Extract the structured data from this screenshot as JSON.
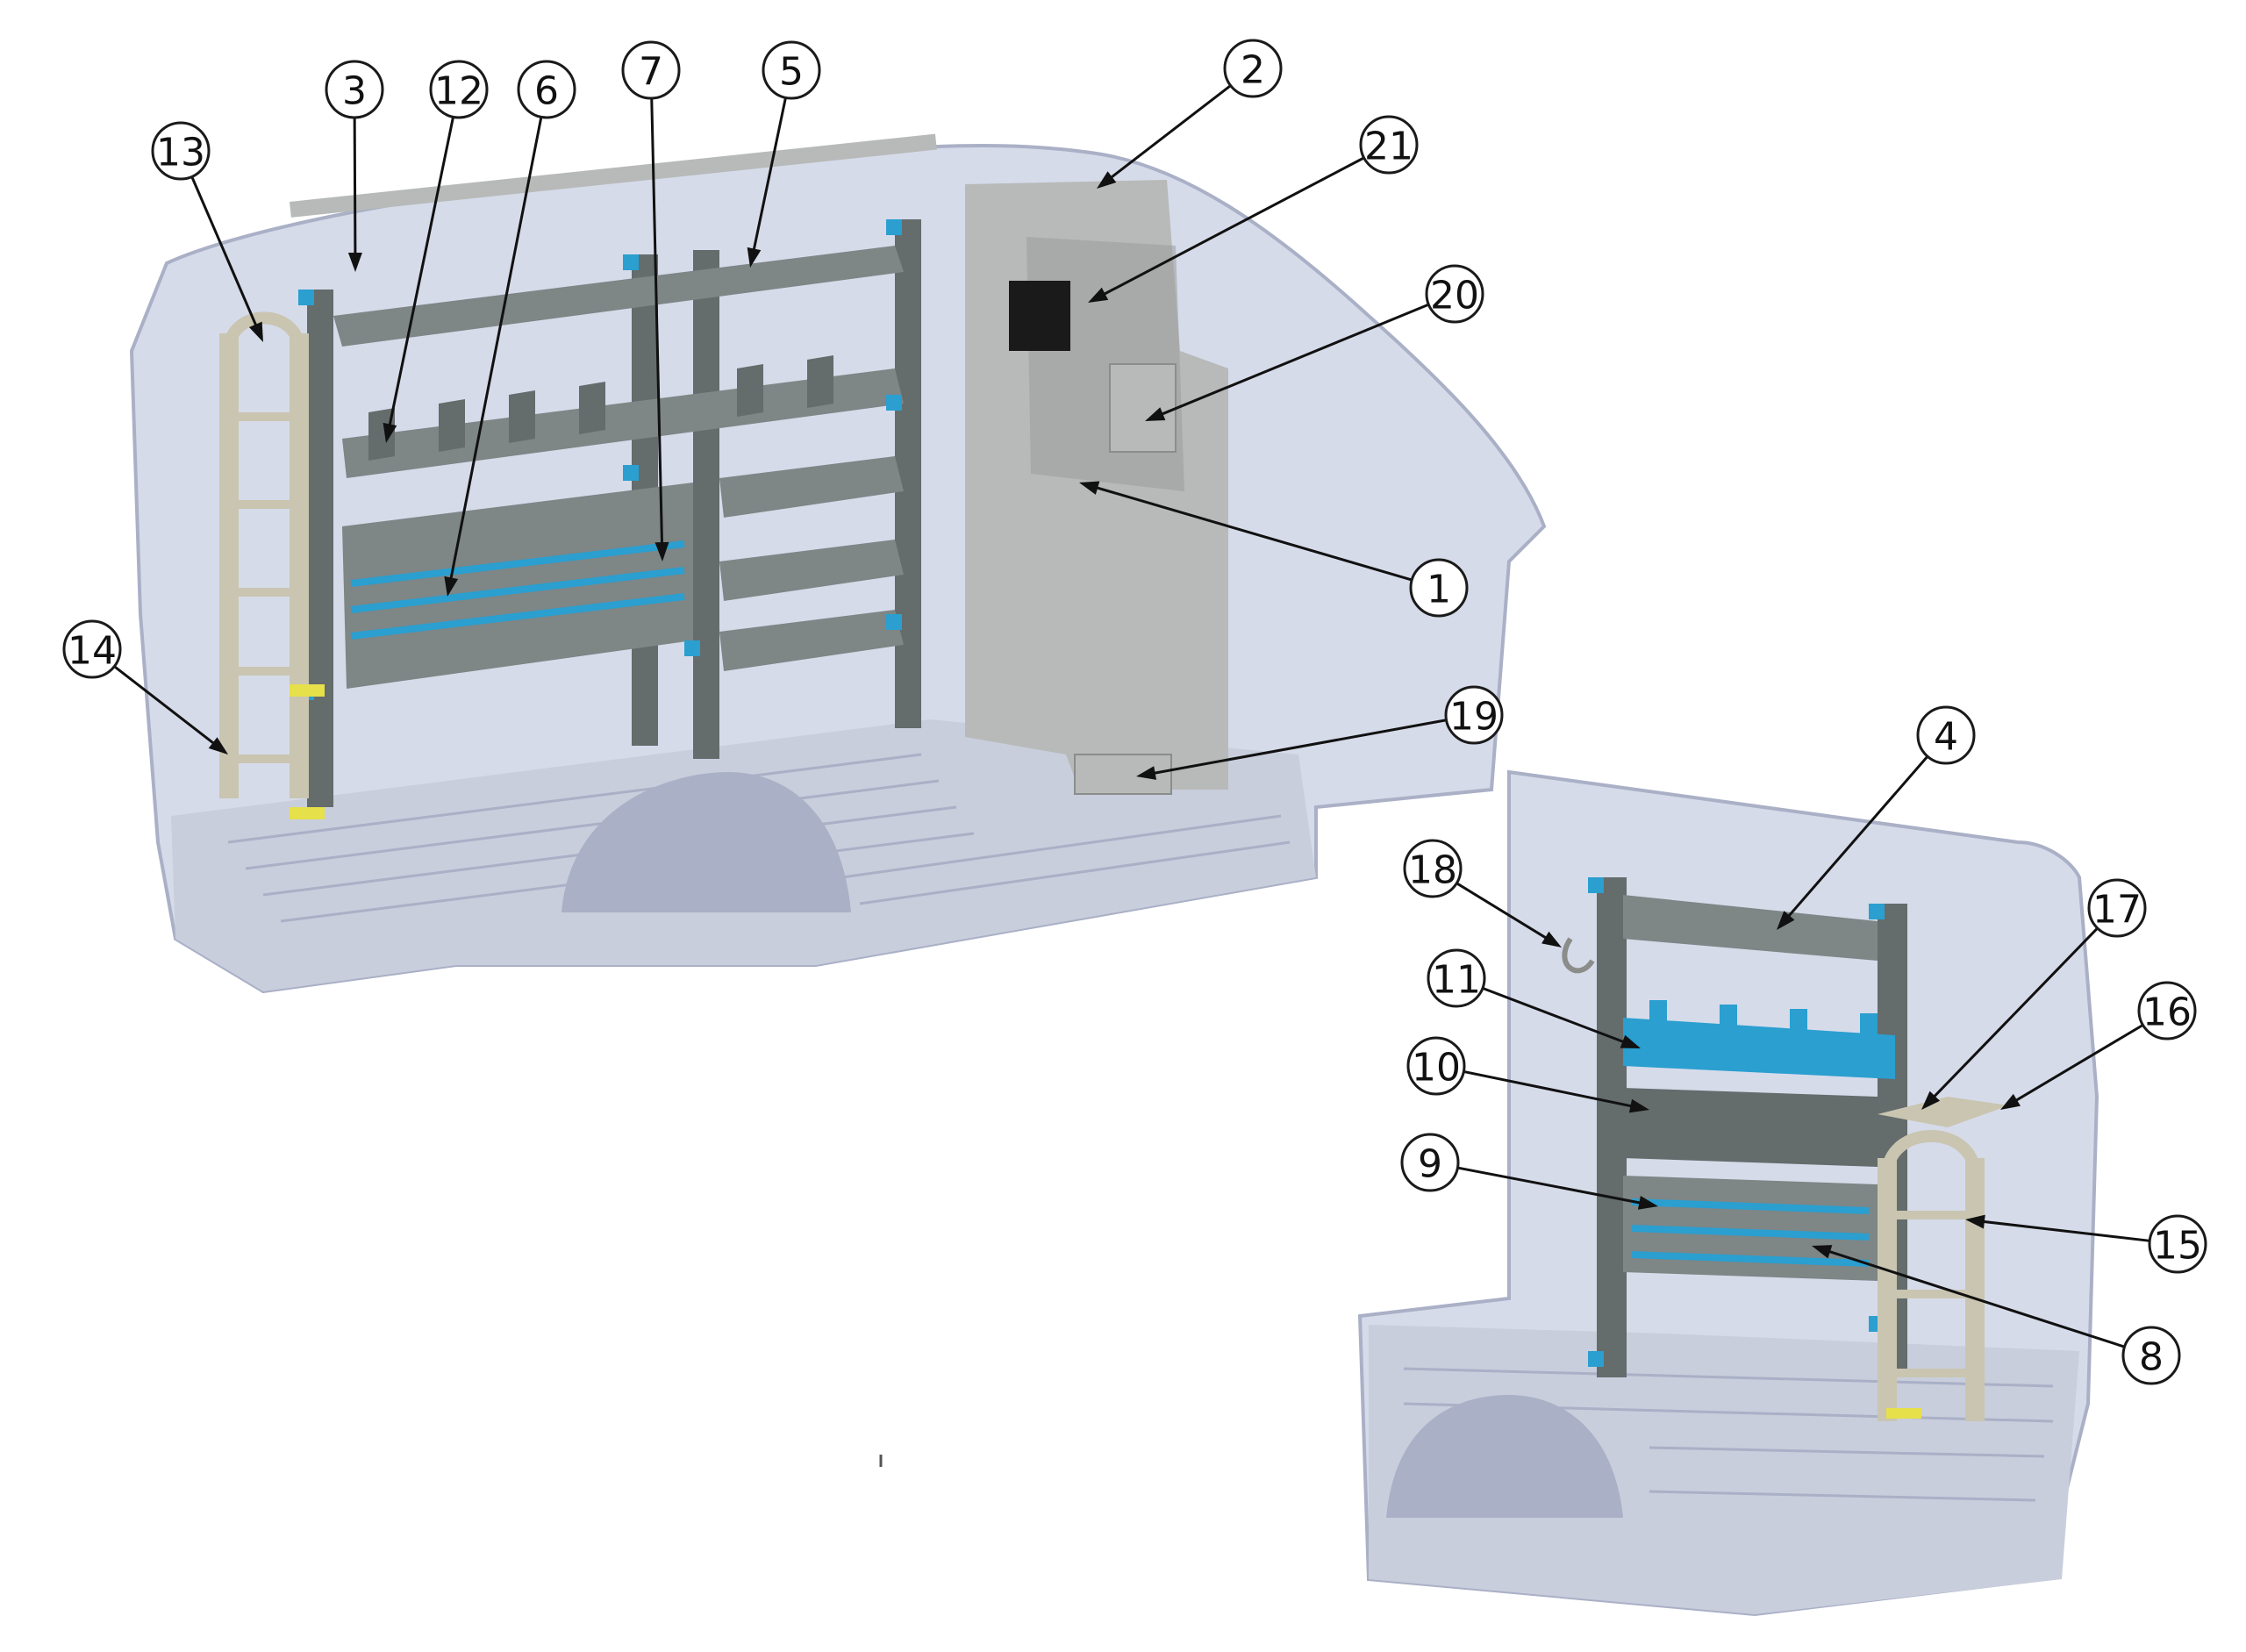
{
  "colors": {
    "van_body": "#d6dbea",
    "van_edge": "#aab0c6",
    "floor": "#c9cedd",
    "rack_dark": "#646c6c",
    "rack_mid": "#7e8686",
    "accent_blue": "#2a9fd0",
    "partition": "#b7bab8",
    "ladder": "#c9c5b0",
    "yellow_tag": "#e6e04a"
  },
  "callouts": [
    {
      "id": "1",
      "label": "1"
    },
    {
      "id": "2",
      "label": "2"
    },
    {
      "id": "3",
      "label": "3"
    },
    {
      "id": "4",
      "label": "4"
    },
    {
      "id": "5",
      "label": "5"
    },
    {
      "id": "6",
      "label": "6"
    },
    {
      "id": "7",
      "label": "7"
    },
    {
      "id": "8",
      "label": "8"
    },
    {
      "id": "9",
      "label": "9"
    },
    {
      "id": "10",
      "label": "10"
    },
    {
      "id": "11",
      "label": "11"
    },
    {
      "id": "12",
      "label": "12"
    },
    {
      "id": "13",
      "label": "13"
    },
    {
      "id": "14",
      "label": "14"
    },
    {
      "id": "15",
      "label": "15"
    },
    {
      "id": "16",
      "label": "16"
    },
    {
      "id": "17",
      "label": "17"
    },
    {
      "id": "18",
      "label": "18"
    },
    {
      "id": "19",
      "label": "19"
    },
    {
      "id": "20",
      "label": "20"
    },
    {
      "id": "21",
      "label": "21"
    }
  ]
}
